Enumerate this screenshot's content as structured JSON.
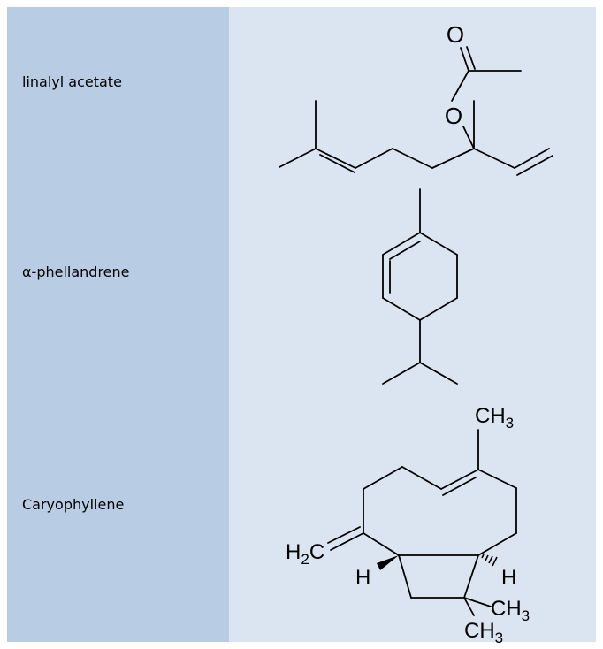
{
  "rows": [
    {
      "name": "linalyl acetate",
      "atoms": {
        "o_carbonyl": "O",
        "o_ester": "O"
      }
    },
    {
      "name": "α-phellandrene",
      "atoms": {}
    },
    {
      "name": "Caryophyllene",
      "atoms": {
        "ch3_top": "CH",
        "ch3_top_sub": "3",
        "h2c": "H",
        "h2c_sub": "2",
        "h2c_c": "C",
        "h_left": "H",
        "h_right": "H",
        "ch3_right": "CH",
        "ch3_right_sub": "3",
        "ch3_bottom": "CH",
        "ch3_bottom_sub": "3"
      }
    }
  ],
  "colors": {
    "label_column": "#b8cce4",
    "structure_column": "#dbe5f1",
    "ink": "#000000"
  }
}
